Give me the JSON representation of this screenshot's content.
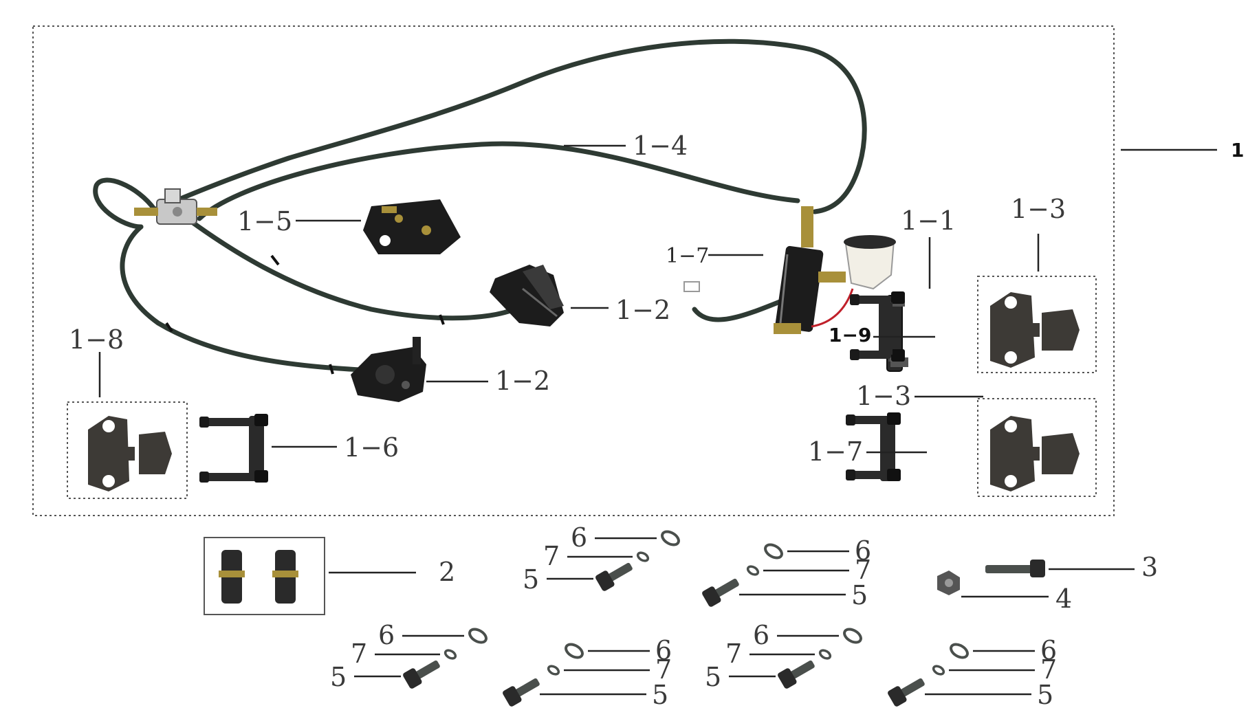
{
  "labels": {
    "assembly": "1",
    "l1_1": "1−1",
    "l1_2a": "1−2",
    "l1_2b": "1−2",
    "l1_3a": "1−3",
    "l1_3b": "1−3",
    "l1_4": "1−4",
    "l1_5": "1−5",
    "l1_6": "1−6",
    "l1_7a": "1−7",
    "l1_7b": "1−7",
    "l1_8": "1−8",
    "l1_9": "1−9",
    "l2": "2",
    "l3": "3",
    "l4": "4",
    "l5": "5",
    "l6": "6",
    "l7": "7"
  },
  "colors": {
    "outline": "#555555",
    "leader": "#222222",
    "hose": "#2e3a33",
    "part_dark": "#1c1c1c",
    "part_gray": "#4a4f4c",
    "pad": "#3d3a36",
    "silver": "#b9b9b9",
    "brass": "#a8903a",
    "reservoir": "#f2efe6",
    "red_wire": "#c0202a"
  },
  "icons": [
    "brake-hose",
    "t-joint",
    "caliper",
    "caliper-bracket",
    "brake-pad",
    "master-cylinder",
    "reservoir",
    "bolt",
    "washer",
    "nut",
    "banjo-fitting"
  ]
}
